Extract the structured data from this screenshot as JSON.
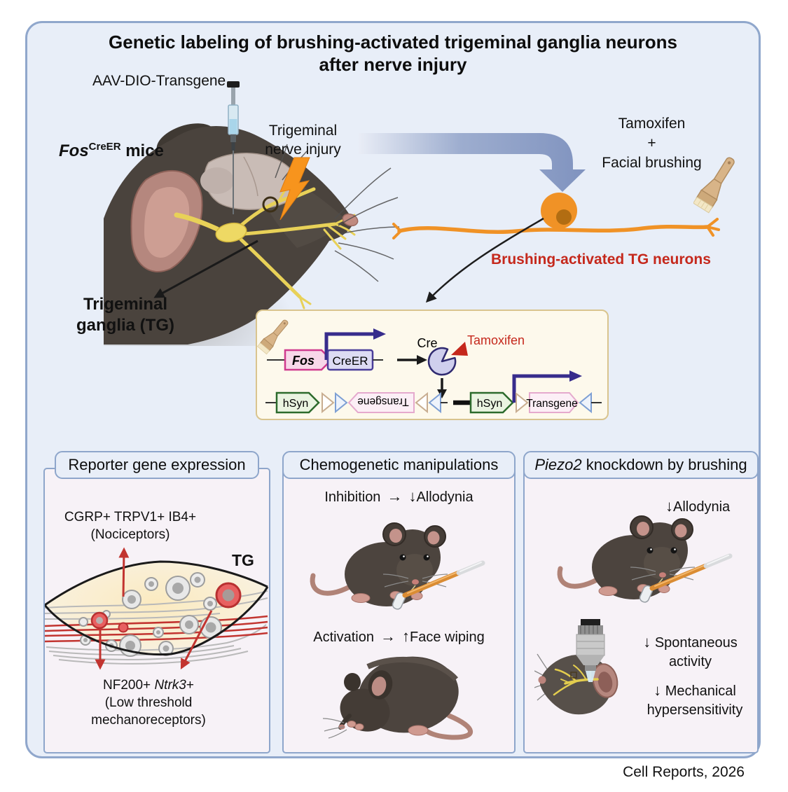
{
  "figure": {
    "title_line1": "Genetic labeling of brushing-activated trigeminal ganglia neurons",
    "title_line2": "after nerve injury",
    "footer": "Cell Reports, 2026"
  },
  "top": {
    "aav_label": "AAV-DIO-Transgene",
    "mouse_gene": "Fos",
    "mouse_gene_sup": "CreER",
    "mouse_suffix": " mice",
    "injury_line1": "Trigeminal",
    "injury_line2": "nerve injury",
    "tam_line1": "Tamoxifen",
    "tam_line2": "+",
    "tam_line3": "Facial brushing",
    "tg_neurons": "Brushing-activated TG neurons",
    "tg_line1": "Trigeminal",
    "tg_line2": "ganglia (TG)"
  },
  "construct": {
    "fos": "Fos",
    "creer": "CreER",
    "cre": "Cre",
    "tamoxifen": "Tamoxifen",
    "hsyn1": "hSyn",
    "transgene_inverted": "Transgene",
    "hsyn2": "hSyn",
    "transgene": "Transgene"
  },
  "panel_reporter": {
    "title": "Reporter gene expression",
    "nociceptor_line1": "CGRP+ TRPV1+ IB4+",
    "nociceptor_line2": "(Nociceptors)",
    "tg_tag": "TG",
    "ltmr_prefix": "NF200+ ",
    "ltmr_gene": "Ntrk3",
    "ltmr_suffix": "+",
    "ltmr_line2": "(Low threshold",
    "ltmr_line3": "mechanoreceptors)"
  },
  "panel_chemo": {
    "title": "Chemogenetic manipulations",
    "inhibition": "Inhibition",
    "arrow_right": "→",
    "arrow_down": "↓",
    "arrow_up": "↑",
    "allodynia": "Allodynia",
    "activation": "Activation",
    "face_wiping": "Face wiping"
  },
  "panel_piezo": {
    "title_gene": "Piezo2",
    "title_rest": " knockdown by brushing",
    "arrow_down": "↓",
    "allodynia": "Allodynia",
    "spont_line1": "Spontaneous",
    "spont_line2": "activity",
    "mech_line1": "Mechanical",
    "mech_line2": "hypersensitivity"
  },
  "colors": {
    "background": "#e8eef8",
    "border": "#90a7cc",
    "panel_bg": "#f7f2f7",
    "construct_bg": "#fdf9ec",
    "construct_border": "#d9c48e",
    "red_accent": "#c5281c",
    "orange_neuron": "#f09226",
    "orange_bolt": "#f7941d",
    "nerve_yellow": "#e8d158",
    "purple_arrow": "#372c8c"
  }
}
